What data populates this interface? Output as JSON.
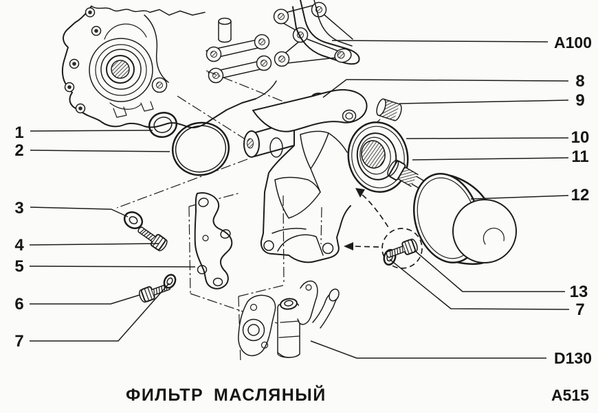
{
  "palette": {
    "paper": "#fbfbf9",
    "ink": "#1c1c1c"
  },
  "labels": {
    "n1": "1",
    "n2": "2",
    "n3": "3",
    "n4": "4",
    "n5": "5",
    "n6": "6",
    "n7": "7",
    "n8": "8",
    "n9": "9",
    "n10": "10",
    "n11": "11",
    "n12": "12",
    "n13": "13",
    "n7_right": "7",
    "a100": "A100",
    "d130": "D130",
    "a515": "A515"
  },
  "caption": {
    "word1": "ФИЛЬТР",
    "word2": "МАСЛЯНЫЙ"
  }
}
